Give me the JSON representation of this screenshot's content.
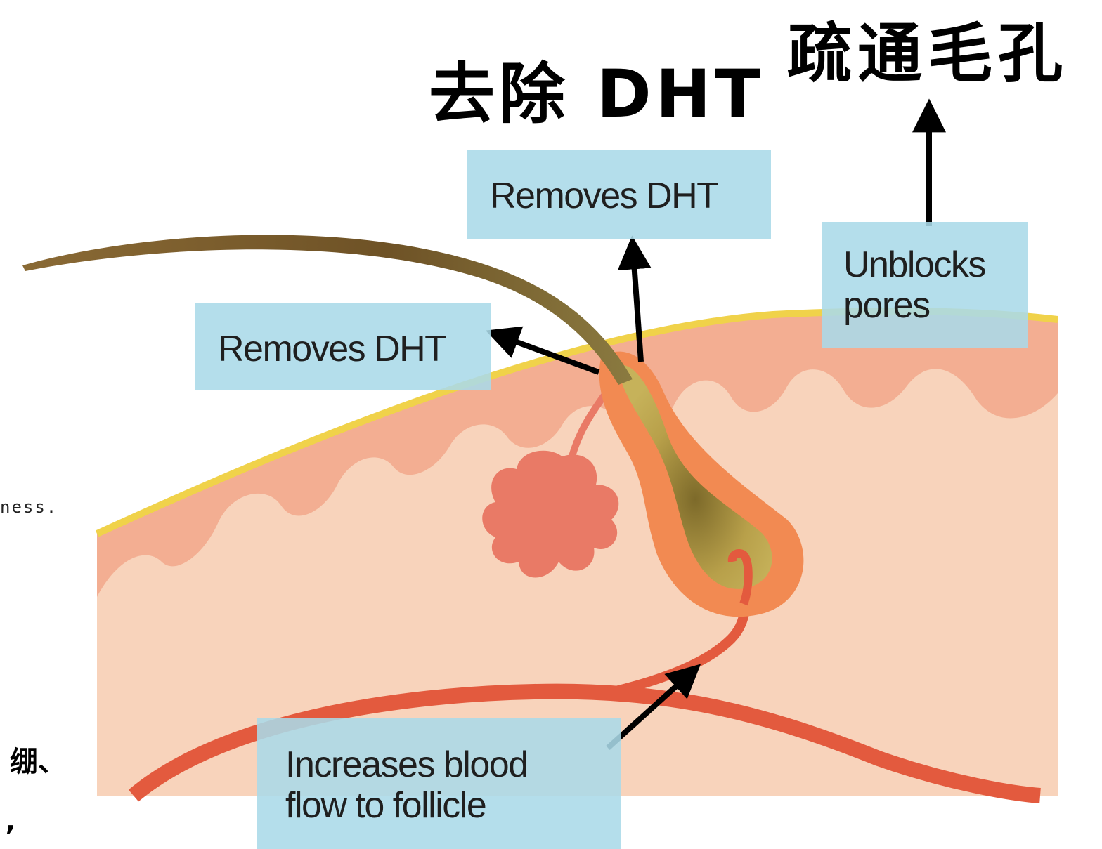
{
  "titles": {
    "remove_dht": "去除 DHT",
    "unblock_pores": "疏通毛孔"
  },
  "labels": {
    "removes_dht_left": "Removes DHT",
    "removes_dht_top": "Removes DHT",
    "unblocks_pores": [
      "Unblocks",
      "pores"
    ],
    "increases_blood_flow": [
      "Increases blood",
      "flow to follicle"
    ]
  },
  "side_text": {
    "ness_fragment": "ness.",
    "zh_fragment": "绷、",
    "comma_fragment": ","
  },
  "colors": {
    "skin_surface": "#f0d24a",
    "epidermis": "#f3ae92",
    "dermis": "#f8d3bb",
    "blood_vessel": "#e35a3e",
    "gland": "#e97a66",
    "hair_shaft": "#7a5a2a",
    "follicle": "#f28a52",
    "bulb_core": "#b8a04a",
    "label_box": "#aadae8",
    "arrow": "#000000"
  }
}
